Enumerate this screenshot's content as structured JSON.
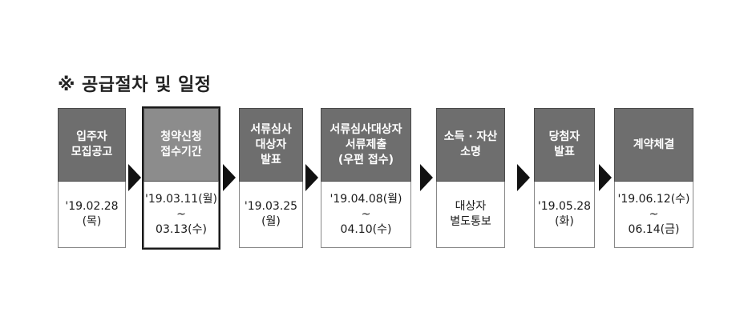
{
  "title": "※ 공급절차 및 일정",
  "steps": [
    {
      "header": "입주자\n모집공고",
      "date": "'19.02.28\n(목)"
    },
    {
      "header": "청약신청\n접수기간",
      "date": "'19.03.11(월)\n~\n03.13(수)"
    },
    {
      "header": "서류심사\n대상자\n발표",
      "date": "'19.03.25\n(월)"
    },
    {
      "header": "서류심사대상자\n서류제출\n(우편 접수)",
      "date": "'19.04.08(월)\n~\n04.10(수)"
    },
    {
      "header": "소득 · 자산\n소명",
      "date": "대상자\n별도통보"
    },
    {
      "header": "당첨자\n발표",
      "date": "'19.05.28\n(화)"
    },
    {
      "header": "계약체결",
      "date": "'19.06.12(수)\n~\n06.14(금)"
    }
  ]
}
